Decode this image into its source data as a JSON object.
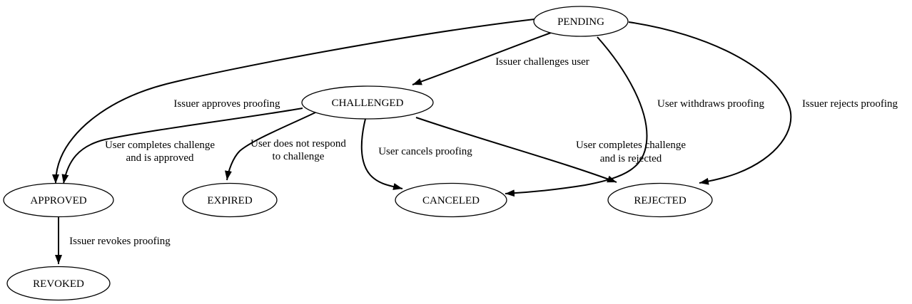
{
  "diagram": {
    "type": "state-machine",
    "colors": {
      "background": "#ffffff",
      "node_fill": "#ffffff",
      "stroke": "#000000",
      "text": "#000000"
    },
    "nodes": [
      {
        "id": "pending",
        "label": "PENDING"
      },
      {
        "id": "challenged",
        "label": "CHALLENGED"
      },
      {
        "id": "approved",
        "label": "APPROVED"
      },
      {
        "id": "expired",
        "label": "EXPIRED"
      },
      {
        "id": "canceled",
        "label": "CANCELED"
      },
      {
        "id": "rejected",
        "label": "REJECTED"
      },
      {
        "id": "revoked",
        "label": "REVOKED"
      }
    ],
    "edges": [
      {
        "from": "PENDING",
        "to": "CHALLENGED",
        "label": "Issuer challenges user",
        "label_lines": [
          "Issuer challenges user"
        ]
      },
      {
        "from": "PENDING",
        "to": "APPROVED",
        "label": "Issuer approves proofing",
        "label_lines": [
          "Issuer approves proofing"
        ]
      },
      {
        "from": "PENDING",
        "to": "CANCELED",
        "label": "User withdraws proofing",
        "label_lines": [
          "User withdraws proofing"
        ]
      },
      {
        "from": "PENDING",
        "to": "REJECTED",
        "label": "Issuer rejects proofing",
        "label_lines": [
          "Issuer rejects proofing"
        ]
      },
      {
        "from": "CHALLENGED",
        "to": "APPROVED",
        "label": "User completes challenge and is approved",
        "label_lines": [
          "User completes challenge",
          "and is approved"
        ]
      },
      {
        "from": "CHALLENGED",
        "to": "EXPIRED",
        "label": "User does not respond to challenge",
        "label_lines": [
          "User does not respond",
          "to challenge"
        ]
      },
      {
        "from": "CHALLENGED",
        "to": "CANCELED",
        "label": "User cancels proofing",
        "label_lines": [
          "User cancels proofing"
        ]
      },
      {
        "from": "CHALLENGED",
        "to": "REJECTED",
        "label": "User completes challenge and is rejected",
        "label_lines": [
          "User completes challenge",
          "and is rejected"
        ]
      },
      {
        "from": "APPROVED",
        "to": "REVOKED",
        "label": "Issuer revokes proofing",
        "label_lines": [
          "Issuer revokes proofing"
        ]
      }
    ]
  }
}
